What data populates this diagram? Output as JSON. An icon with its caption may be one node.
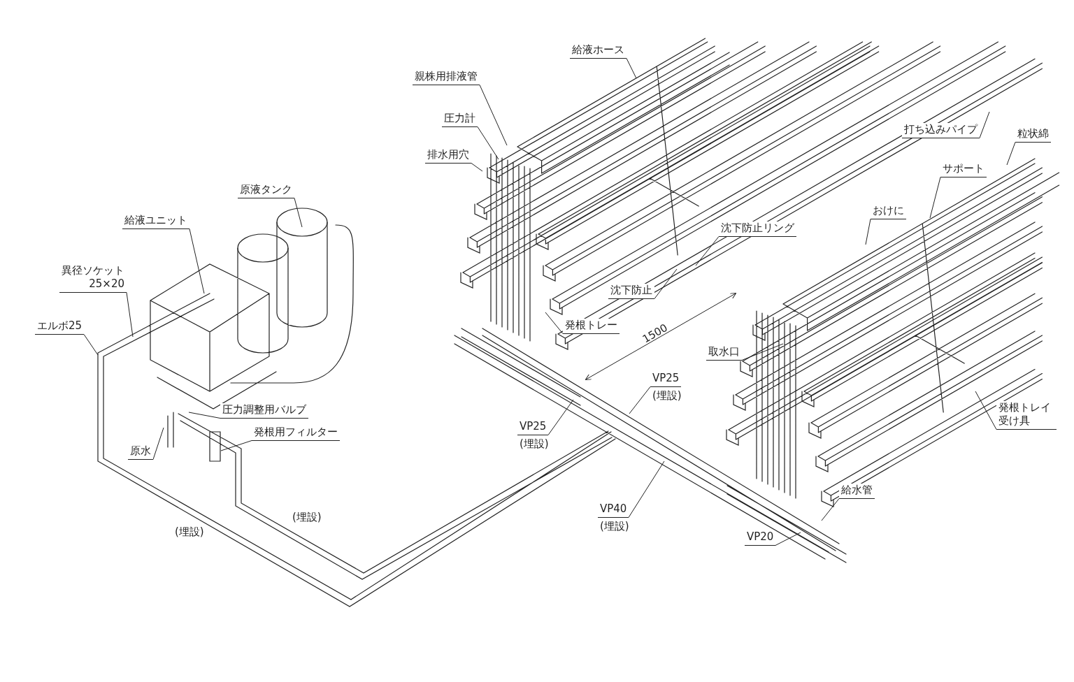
{
  "diagram": {
    "nodes": [
      {
        "text": [
          "給液ホース"
        ]
      },
      {
        "text": [
          "親株用排液管"
        ]
      },
      {
        "text": [
          "打ち込みパイプ"
        ]
      },
      {
        "text": [
          "粒状綿"
        ]
      },
      {
        "text": [
          "圧力計"
        ]
      },
      {
        "text": [
          "排水用穴"
        ]
      },
      {
        "text": [
          "サポート"
        ]
      },
      {
        "text": [
          "原液タンク"
        ]
      },
      {
        "text": [
          "おけに"
        ]
      },
      {
        "text": [
          "給液ユニット"
        ]
      },
      {
        "text": [
          "沈下防止リング"
        ]
      },
      {
        "text": [
          "異径ソケット",
          "25×20"
        ]
      },
      {
        "text": [
          "沈下防止"
        ]
      },
      {
        "text": [
          "エルボ25"
        ]
      },
      {
        "text": [
          "発根トレー"
        ]
      },
      {
        "text": [
          "取水口"
        ]
      },
      {
        "text": [
          "VP25"
        ],
        "beside": [
          "(埋設)"
        ]
      },
      {
        "text": [
          "圧力調整用バルブ"
        ]
      },
      {
        "text": [
          "発根トレイ受け具"
        ]
      },
      {
        "text": [
          "VP25"
        ],
        "beside": [
          "(埋設)"
        ]
      },
      {
        "text": [
          "発根用フィルター"
        ]
      },
      {
        "text": [
          "原水"
        ]
      },
      {
        "text": [
          "給水管"
        ]
      },
      {
        "text": [
          "VP40"
        ],
        "beside": [
          "(埋設)"
        ]
      },
      {
        "text": [
          "VP20"
        ]
      }
    ],
    "edges": [
      {
        "from": 0,
        "to": null,
        "arrow": "none"
      },
      {
        "from": 1,
        "to": null,
        "arrow": "none"
      },
      {
        "from": 2,
        "to": null,
        "arrow": "none"
      },
      {
        "from": 3,
        "to": null,
        "arrow": "none"
      },
      {
        "from": 4,
        "to": null,
        "arrow": "none"
      },
      {
        "from": 5,
        "to": null,
        "arrow": "none"
      },
      {
        "from": 6,
        "to": null,
        "arrow": "none"
      },
      {
        "from": 7,
        "to": null,
        "arrow": "none"
      },
      {
        "from": 8,
        "to": null,
        "arrow": "none"
      },
      {
        "from": 9,
        "to": null,
        "arrow": "none"
      },
      {
        "from": 10,
        "to": null,
        "arrow": "none"
      },
      {
        "from": 11,
        "to": null,
        "arrow": "none"
      },
      {
        "from": 12,
        "to": null,
        "arrow": "none"
      },
      {
        "from": 13,
        "to": null,
        "arrow": "none"
      },
      {
        "from": 14,
        "to": null,
        "arrow": "none"
      },
      {
        "from": 15,
        "to": null,
        "arrow": "none"
      },
      {
        "from": 16,
        "to": null,
        "arrow": "none"
      },
      {
        "from": 17,
        "to": null,
        "arrow": "none"
      },
      {
        "from": 18,
        "to": null,
        "arrow": "none"
      },
      {
        "from": 19,
        "to": null,
        "arrow": "none"
      },
      {
        "from": 20,
        "to": null,
        "arrow": "none"
      },
      {
        "from": 21,
        "to": null,
        "arrow": "none"
      },
      {
        "from": 22,
        "to": null,
        "arrow": "none"
      },
      {
        "from": 23,
        "to": null,
        "arrow": "none"
      },
      {
        "from": 24,
        "to": null,
        "arrow": "none"
      }
    ],
    "labels": [
      "1500",
      "(埋設)",
      "(埋設)"
    ]
  }
}
